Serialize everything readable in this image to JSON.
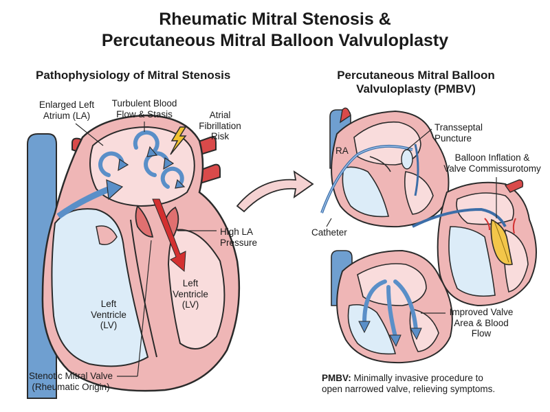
{
  "title": {
    "line1": "Rheumatic Mitral Stenosis &",
    "line2": "Percutaneous Mitral Balloon Valvuloplasty"
  },
  "left_panel": {
    "heading": "Pathophysiology of Mitral Stenosis",
    "labels": {
      "enlarged_la": [
        "Enlarged Left",
        "Atrium (LA)"
      ],
      "turbulent_flow": [
        "Turbulent Blood",
        "Flow & Stasis"
      ],
      "afib_risk": [
        "Atrial",
        "Fibrillation",
        "Risk"
      ],
      "high_la_pressure": [
        "High LA",
        "Pressure"
      ],
      "lv_right": [
        "Left",
        "Ventricle",
        "(LV)"
      ],
      "lv_left": [
        "Left",
        "Ventricle",
        "(LV)"
      ],
      "stenotic_valve": [
        "Stenotic Mitral Valve",
        "(Rheumatic Origin)"
      ]
    }
  },
  "right_panel": {
    "heading": [
      "Percutaneous Mitral Balloon",
      "Valvuloplasty (PMBV)"
    ],
    "labels": {
      "ra": "RA",
      "transseptal": [
        "Transseptal",
        "Puncture"
      ],
      "balloon": [
        "Balloon Inflation &",
        "Valve Commissurotomy"
      ],
      "catheter": "Catheter",
      "improved": [
        "Improved Valve",
        "Area & Blood",
        "Flow"
      ]
    },
    "note": {
      "bold": "PMBV:",
      "text": " Minimally invasive procedure to",
      "line2": "open narrowed valve, relieving symptoms."
    }
  },
  "colors": {
    "heart_wall": "#efb6b6",
    "heart_inner": "#f9dcdc",
    "outline": "#2a2a2a",
    "vessel_blue": "#6f9fd0",
    "chamber_blue": "#dcecf8",
    "flow_arrow": "#5a8fc8",
    "artery_red": "#d94a4a",
    "balloon_yellow": "#f3c64a",
    "lightning": "#f2c230"
  },
  "icons": [
    "lightning-icon",
    "curved-arrow-icon",
    "flow-arrow-icon",
    "catheter-icon",
    "balloon-icon"
  ]
}
